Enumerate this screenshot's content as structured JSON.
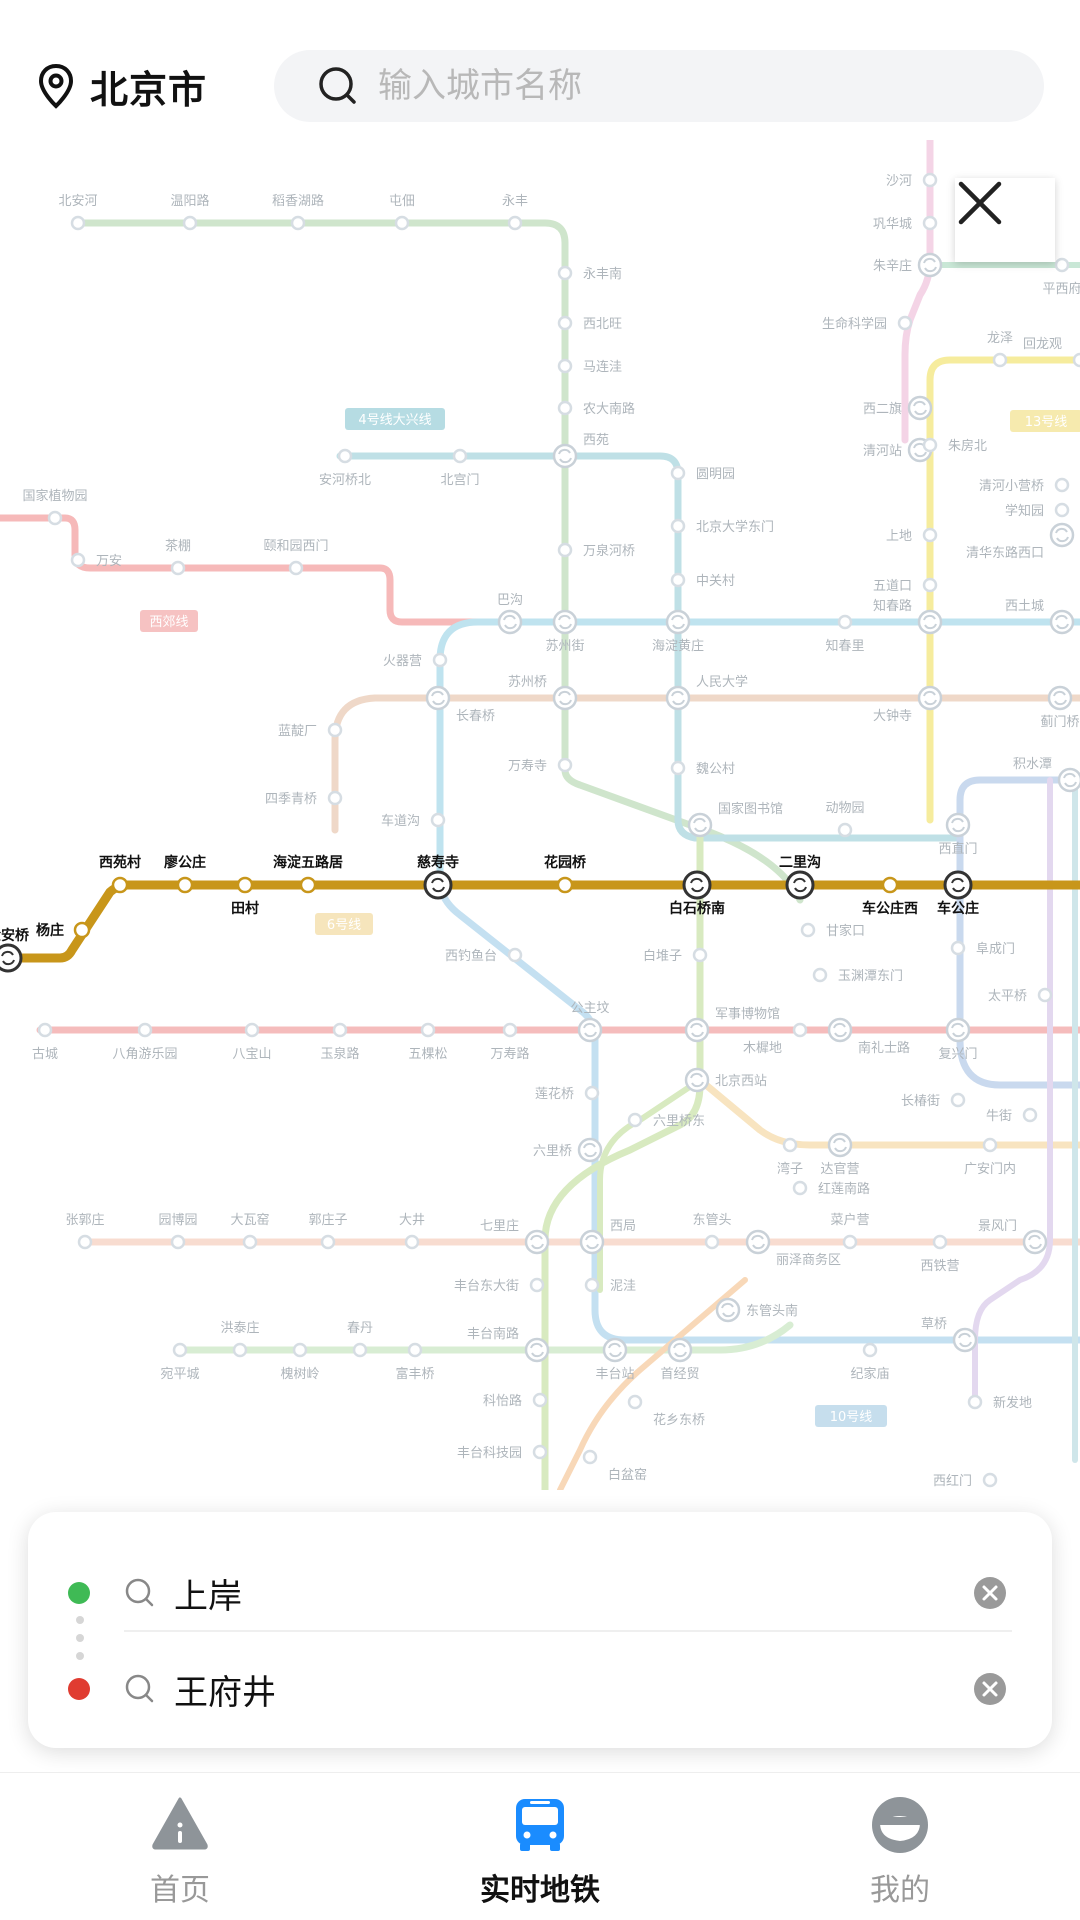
{
  "header": {
    "city": "北京市",
    "search_placeholder": "输入城市名称"
  },
  "map": {
    "stations": [
      {
        "id": "xiyuan_s",
        "label": "西苑村"
      },
      {
        "id": "liaogongzhuang",
        "label": "廖公庄"
      },
      {
        "id": "tiancun",
        "label": "田村"
      },
      {
        "id": "haidianwulu",
        "label": "海淀五路居"
      },
      {
        "id": "cishousi",
        "label": "慈寿寺"
      },
      {
        "id": "huayuanqiao",
        "label": "花园桥"
      },
      {
        "id": "baishiqiaonan",
        "label": "白石桥南"
      },
      {
        "id": "erligou",
        "label": "二里沟"
      },
      {
        "id": "chegongzhuangxi",
        "label": "车公庄西"
      },
      {
        "id": "chegongzhuang",
        "label": "车公庄"
      },
      {
        "id": "yangzhuang",
        "label": "杨庄"
      },
      {
        "id": "jinan",
        "label": "金安桥"
      },
      {
        "id": "beianhe",
        "label": "北安河"
      },
      {
        "id": "wenyanglu",
        "label": "温阳路"
      },
      {
        "id": "daoxiang",
        "label": "稻香湖路"
      },
      {
        "id": "tunian",
        "label": "屯佃"
      },
      {
        "id": "yongfeng",
        "label": "永丰"
      },
      {
        "id": "yongfengnan",
        "label": "永丰南"
      },
      {
        "id": "xibeiwang",
        "label": "西北旺"
      },
      {
        "id": "malianwa",
        "label": "马连洼"
      },
      {
        "id": "nongdananlu",
        "label": "农大南路"
      },
      {
        "id": "xiyuan",
        "label": "西苑"
      },
      {
        "id": "anheqiaobei",
        "label": "安河桥北"
      },
      {
        "id": "beigongmen",
        "label": "北宫门"
      },
      {
        "id": "yuanmingyuan",
        "label": "圆明园"
      },
      {
        "id": "beidadongmen",
        "label": "北京大学东门"
      },
      {
        "id": "zhongguancun",
        "label": "中关村"
      },
      {
        "id": "wanquanhe",
        "label": "万泉河桥"
      },
      {
        "id": "guojiazhiwuyuan",
        "label": "国家植物园"
      },
      {
        "id": "wanan",
        "label": "万安"
      },
      {
        "id": "chadian",
        "label": "茶棚"
      },
      {
        "id": "yiheyuanximen",
        "label": "颐和园西门"
      },
      {
        "id": "bagou",
        "label": "巴沟"
      },
      {
        "id": "suzhoujie",
        "label": "苏州街"
      },
      {
        "id": "haidianhuangzhuang",
        "label": "海淀黄庄"
      },
      {
        "id": "zhichunli",
        "label": "知春里"
      },
      {
        "id": "zhichunlu",
        "label": "知春路"
      },
      {
        "id": "xitucheng",
        "label": "西土城"
      },
      {
        "id": "huoqiying",
        "label": "火器营"
      },
      {
        "id": "suzhouqiao",
        "label": "苏州桥"
      },
      {
        "id": "renmindaxue",
        "label": "人民大学"
      },
      {
        "id": "dazhongsi",
        "label": "大钟寺"
      },
      {
        "id": "jimenqiao",
        "label": "蓟门桥"
      },
      {
        "id": "changchunqiao",
        "label": "长春桥"
      },
      {
        "id": "landianchang",
        "label": "蓝靛厂"
      },
      {
        "id": "sijiqingqiao",
        "label": "四季青桥"
      },
      {
        "id": "wanshousi",
        "label": "万寿寺"
      },
      {
        "id": "weigongcun",
        "label": "魏公村"
      },
      {
        "id": "guojiatushuguan",
        "label": "国家图书馆"
      },
      {
        "id": "dongwuyuan",
        "label": "动物园"
      },
      {
        "id": "xizhimen",
        "label": "西直门"
      },
      {
        "id": "jishuitan",
        "label": "积水潭"
      },
      {
        "id": "chedaogou",
        "label": "车道沟"
      },
      {
        "id": "xiaojiakou",
        "label": "甘家口"
      },
      {
        "id": "baiduizi",
        "label": "白堆子"
      },
      {
        "id": "yuyuantannanmen",
        "label": "玉渊潭东门"
      },
      {
        "id": "fuchengmen",
        "label": "阜成门"
      },
      {
        "id": "taipingqiao",
        "label": "太平桥"
      },
      {
        "id": "xidiaoyutai",
        "label": "西钓鱼台"
      },
      {
        "id": "gongzhufen",
        "label": "公主坟"
      },
      {
        "id": "junshibowuguan",
        "label": "军事博物馆"
      },
      {
        "id": "muxidi",
        "label": "木樨地"
      },
      {
        "id": "nanlishilu",
        "label": "南礼士路"
      },
      {
        "id": "fuxingmen",
        "label": "复兴门"
      },
      {
        "id": "gucheng",
        "label": "古城"
      },
      {
        "id": "bajiao",
        "label": "八角游乐园"
      },
      {
        "id": "babaoshan",
        "label": "八宝山"
      },
      {
        "id": "yuquanlu",
        "label": "玉泉路"
      },
      {
        "id": "wukesong",
        "label": "五棵松"
      },
      {
        "id": "wanshoulu",
        "label": "万寿路"
      },
      {
        "id": "lianhuaqiao",
        "label": "莲花桥"
      },
      {
        "id": "liuliqiaodong",
        "label": "六里桥东"
      },
      {
        "id": "beijingxizhan",
        "label": "北京西站"
      },
      {
        "id": "wanzi",
        "label": "湾子"
      },
      {
        "id": "daguanying",
        "label": "达官营"
      },
      {
        "id": "changchunjie",
        "label": "长椿街"
      },
      {
        "id": "niujie",
        "label": "牛街"
      },
      {
        "id": "guanganmennei",
        "label": "广安门内"
      },
      {
        "id": "liuliqiao",
        "label": "六里桥"
      },
      {
        "id": "hongliannanlu",
        "label": "红莲南路"
      },
      {
        "id": "zhangguozhuang",
        "label": "张郭庄"
      },
      {
        "id": "yuanboyuan",
        "label": "园博园"
      },
      {
        "id": "dawayao",
        "label": "大瓦窑"
      },
      {
        "id": "guozhuangzi",
        "label": "郭庄子"
      },
      {
        "id": "dajing",
        "label": "大井"
      },
      {
        "id": "qilizhuang",
        "label": "七里庄"
      },
      {
        "id": "xiju",
        "label": "西局"
      },
      {
        "id": "dongguantou",
        "label": "东管头"
      },
      {
        "id": "caihuying",
        "label": "菜户营"
      },
      {
        "id": "lizeshangwuqu",
        "label": "丽泽商务区"
      },
      {
        "id": "xitieying",
        "label": "西铁营"
      },
      {
        "id": "jingfengmen",
        "label": "景风门"
      },
      {
        "id": "fengtaidongdajie",
        "label": "丰台东大街"
      },
      {
        "id": "nizhuang",
        "label": "泥洼"
      },
      {
        "id": "dongguantounan",
        "label": "东管头南"
      },
      {
        "id": "hongtaizhuang",
        "label": "洪泰庄"
      },
      {
        "id": "chundan",
        "label": "春丹"
      },
      {
        "id": "fengtainanlu",
        "label": "丰台南路"
      },
      {
        "id": "wanpingcheng",
        "label": "宛平城"
      },
      {
        "id": "huaishuzhuang",
        "label": "槐树岭"
      },
      {
        "id": "fuqiao",
        "label": "富丰桥"
      },
      {
        "id": "fengtaizhan",
        "label": "丰台站"
      },
      {
        "id": "shoujingmao",
        "label": "首经贸"
      },
      {
        "id": "jijiamiao",
        "label": "纪家庙"
      },
      {
        "id": "caoqiao",
        "label": "草桥"
      },
      {
        "id": "kejilu",
        "label": "科怡路"
      },
      {
        "id": "huaxiangdongqiao",
        "label": "花乡东桥"
      },
      {
        "id": "fengtaikejiyuan",
        "label": "丰台科技园"
      },
      {
        "id": "baipenyao",
        "label": "白盆窑"
      },
      {
        "id": "xinfadi",
        "label": "新发地"
      },
      {
        "id": "xihongmen",
        "label": "西红门"
      },
      {
        "id": "shahe",
        "label": "沙河"
      },
      {
        "id": "gonghuacheng",
        "label": "巩华城"
      },
      {
        "id": "zhuxinzhuang",
        "label": "朱辛庄"
      },
      {
        "id": "shengmingkexueyuan",
        "label": "生命科学园"
      },
      {
        "id": "xierqi",
        "label": "西二旗"
      },
      {
        "id": "qinghezhan",
        "label": "清河站"
      },
      {
        "id": "shangdi",
        "label": "上地"
      },
      {
        "id": "wudaokou",
        "label": "五道口"
      },
      {
        "id": "zhufangbei",
        "label": "朱房北"
      },
      {
        "id": "qinghexiaoying",
        "label": "清河小营桥"
      },
      {
        "id": "xueziyuan",
        "label": "学知园"
      },
      {
        "id": "qinghuadonglu",
        "label": "清华东路西口"
      },
      {
        "id": "longze",
        "label": "龙泽"
      },
      {
        "id": "huilongguan",
        "label": "回龙观"
      },
      {
        "id": "pingxifu",
        "label": "平西府"
      }
    ],
    "line_labels": [
      {
        "id": "l4",
        "label": "4号线大兴线"
      },
      {
        "id": "xijiao",
        "label": "西郊线"
      },
      {
        "id": "l6",
        "label": "6号线"
      },
      {
        "id": "l13",
        "label": "13号线"
      },
      {
        "id": "l10",
        "label": "10号线"
      }
    ]
  },
  "route": {
    "from": "上岸",
    "to": "王府井",
    "from_color": "#3fba55",
    "to_color": "#e03c31"
  },
  "nav": {
    "items": [
      {
        "label": "首页",
        "icon": "home-alert-icon",
        "active": false
      },
      {
        "label": "实时地铁",
        "icon": "bus-icon",
        "active": true
      },
      {
        "label": "我的",
        "icon": "user-icon",
        "active": false
      }
    ]
  },
  "colors": {
    "accent": "#1a8cff",
    "line6": "#b8860b",
    "line4": "#a9d6de",
    "line16": "#c9dfc6",
    "line13": "#f5e6a0",
    "line9": "#cce3b3",
    "line1": "#f2b1b1",
    "line10": "#bcd8ea",
    "xijiao": "#f5b7b7"
  }
}
